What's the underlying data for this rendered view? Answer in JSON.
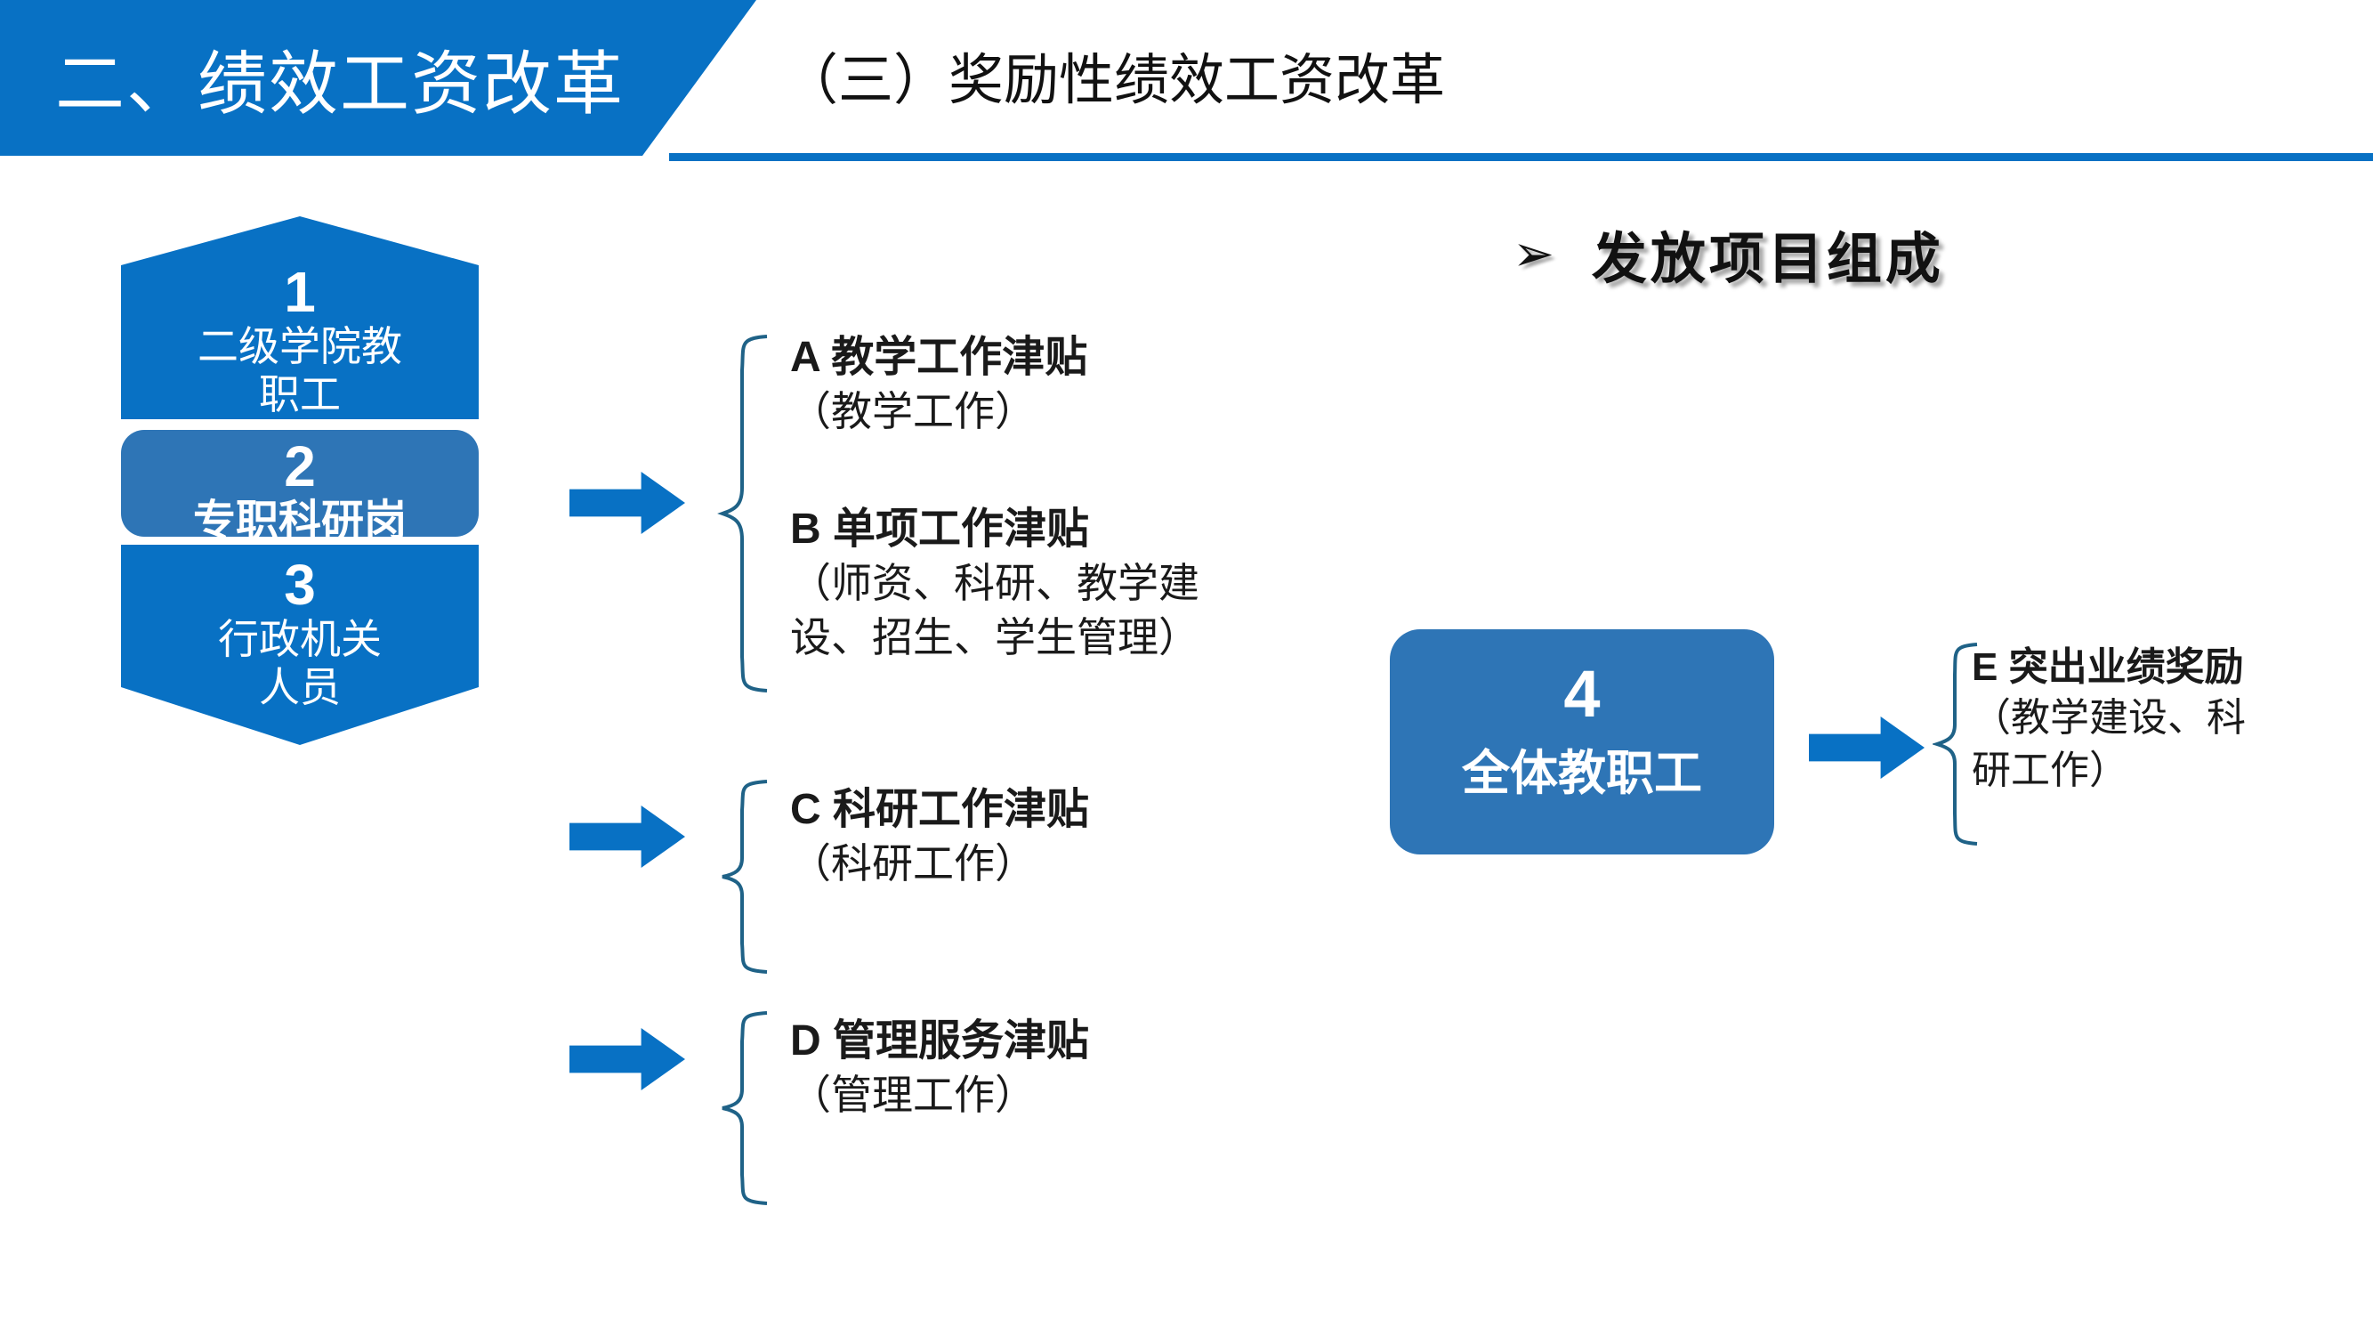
{
  "header": {
    "banner_title": "二、绩效工资改革",
    "subtitle": "（三）奖励性绩效工资改革",
    "accent_color": "#0871C4"
  },
  "section": {
    "bullet_icon": "➢",
    "title": "发放项目组成"
  },
  "roles": [
    {
      "number": "1",
      "label": "二级学院教职工",
      "shape": "pentagon-up",
      "color": "#0871C4"
    },
    {
      "number": "2",
      "label": "专职科研岗",
      "shape": "rounded-rect",
      "color": "#2E75B6"
    },
    {
      "number": "3",
      "label": "行政机关\n人员",
      "shape": "pentagon-down",
      "color": "#0871C4"
    },
    {
      "number": "4",
      "label": "全体教职工",
      "shape": "rounded-rect",
      "color": "#2E75B6"
    }
  ],
  "role_labels": {
    "r1_line1": "二级学院教",
    "r1_line2": "职工",
    "r2": "专职科研岗",
    "r3_line1": "行政机关",
    "r3_line2": "人员",
    "r4": "全体教职工"
  },
  "items": {
    "A": {
      "head": "A  教学工作津贴",
      "sub_line1": "（教学工作）",
      "sub_line2": ""
    },
    "B": {
      "head": "B  单项工作津贴",
      "sub_line1": "（师资、科研、教学建",
      "sub_line2": "设、招生、学生管理）"
    },
    "C": {
      "head": "C  科研工作津贴",
      "sub_line1": "（科研工作）",
      "sub_line2": ""
    },
    "D": {
      "head": "D 管理服务津贴",
      "sub_line1": "（管理工作）",
      "sub_line2": ""
    },
    "E": {
      "head": "E 突出业绩奖励",
      "sub_line1": "（教学建设、科",
      "sub_line2": "研工作）"
    }
  },
  "colors": {
    "primary_blue": "#0871C4",
    "muted_blue": "#2E75B6",
    "brace_stroke": "#1F6287",
    "text_dark": "#1a1a1a"
  }
}
